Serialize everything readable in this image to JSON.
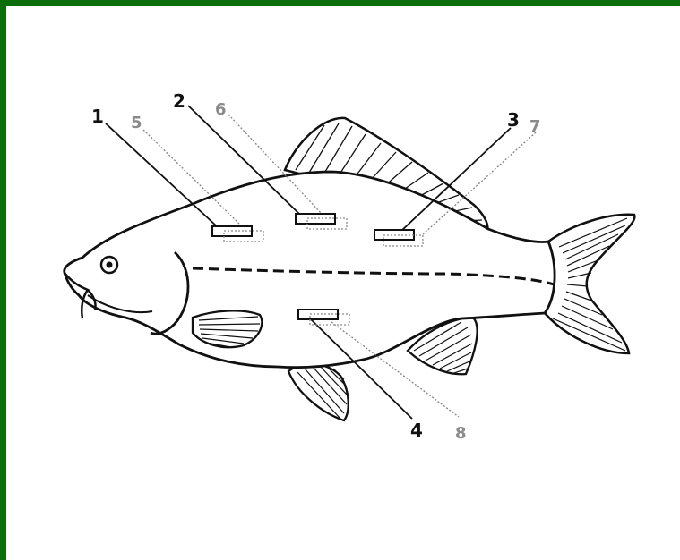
{
  "colors": {
    "frame": "#0b6e0b",
    "outline": "#111111",
    "label_solid": "#111111",
    "label_dotted": "#8a8a8a",
    "leader_dotted": "#8a8a8a"
  },
  "labels": {
    "solid": [
      "1",
      "2",
      "3",
      "4"
    ],
    "dotted": [
      "5",
      "6",
      "7",
      "8"
    ]
  }
}
